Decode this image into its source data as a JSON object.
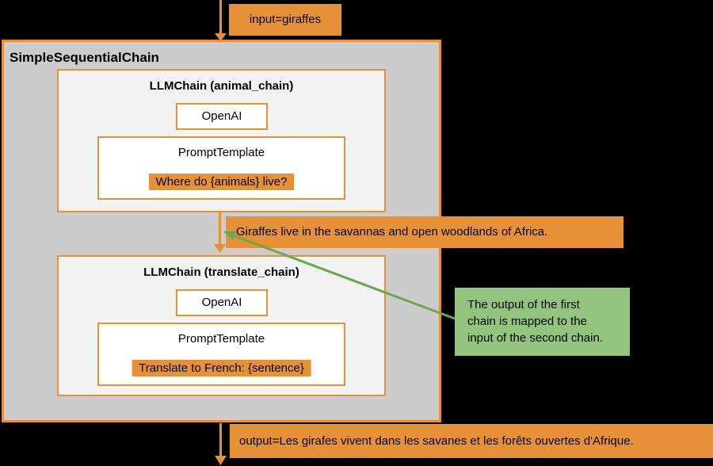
{
  "colors": {
    "background": "#000000",
    "orange": "#e69138",
    "container_fill": "#cccccc",
    "panel_fill": "#f2f2f2",
    "box_fill": "#ffffff",
    "green_fill": "#93c47d",
    "green_line": "#6aa84f",
    "text": "#000000"
  },
  "flow": {
    "input_label": "input=giraffes",
    "intermediate_label": "Giraffes live in the savannas and open woodlands of Africa.",
    "output_label": "output=Les girafes vivent dans les savanes et les forêts ouvertes d'Afrique."
  },
  "container": {
    "title": "SimpleSequentialChain"
  },
  "chains": [
    {
      "title": "LLMChain (animal_chain)",
      "llm_label": "OpenAI",
      "prompt_box_title": "PromptTemplate",
      "prompt_text": "Where do {animals} live?"
    },
    {
      "title": "LLMChain (translate_chain)",
      "llm_label": "OpenAI",
      "prompt_box_title": "PromptTemplate",
      "prompt_text": "Translate to French: {sentence}"
    }
  ],
  "annotation": {
    "text": "The output of the first chain is mapped to the input of the second chain.",
    "lines": [
      "The output of the first",
      "chain is mapped to the",
      "input of the second chain."
    ]
  }
}
